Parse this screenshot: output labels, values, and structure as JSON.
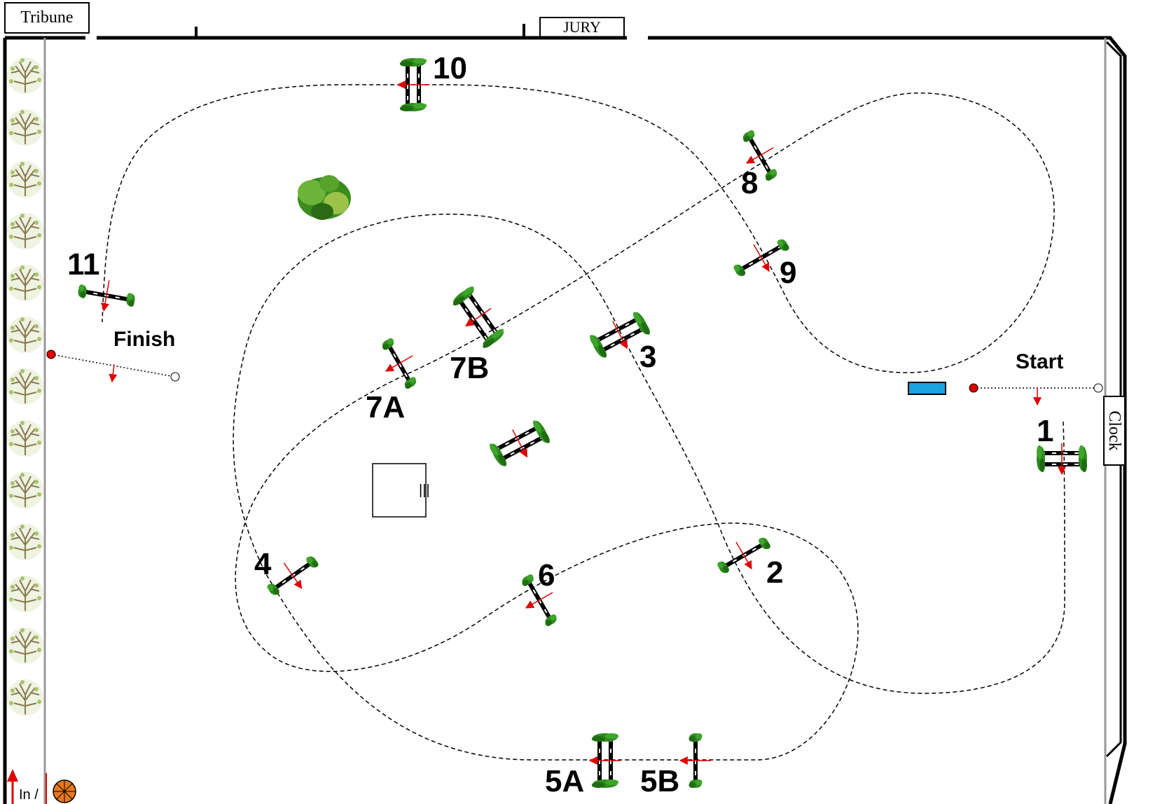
{
  "labels": {
    "tribune": "Tribune",
    "jury": "JURY",
    "clock": "Clock",
    "start": "Start",
    "finish": "Finish",
    "entrance": "In /"
  },
  "fences": [
    {
      "id": "f1",
      "number": "1",
      "kind": "oxer"
    },
    {
      "id": "f2",
      "number": "2",
      "kind": "vertical"
    },
    {
      "id": "f3",
      "number": "3",
      "kind": "oxer"
    },
    {
      "id": "f4",
      "number": "4",
      "kind": "vertical"
    },
    {
      "id": "f5a",
      "number": "5A",
      "kind": "oxer"
    },
    {
      "id": "f5b",
      "number": "5B",
      "kind": "vertical"
    },
    {
      "id": "f6",
      "number": "6",
      "kind": "vertical"
    },
    {
      "id": "f7a",
      "number": "7A",
      "kind": "vertical"
    },
    {
      "id": "f7b",
      "number": "7B",
      "kind": "oxer"
    },
    {
      "id": "f8",
      "number": "8",
      "kind": "vertical"
    },
    {
      "id": "f9",
      "number": "9",
      "kind": "vertical"
    },
    {
      "id": "f10",
      "number": "10",
      "kind": "oxer"
    },
    {
      "id": "f11",
      "number": "11",
      "kind": "vertical"
    }
  ],
  "extras": {
    "unnumbered_fence": "oxer",
    "box_marking": "|||",
    "water_tray_color": "#1aa3e0",
    "start_marker_color": "#e00000"
  },
  "colors": {
    "arena_line": "#000000",
    "fence_rail": "#000000",
    "fence_stand": "#2e8b1e",
    "direction_arrow": "#e00000",
    "hedge": "#b8c99a"
  }
}
